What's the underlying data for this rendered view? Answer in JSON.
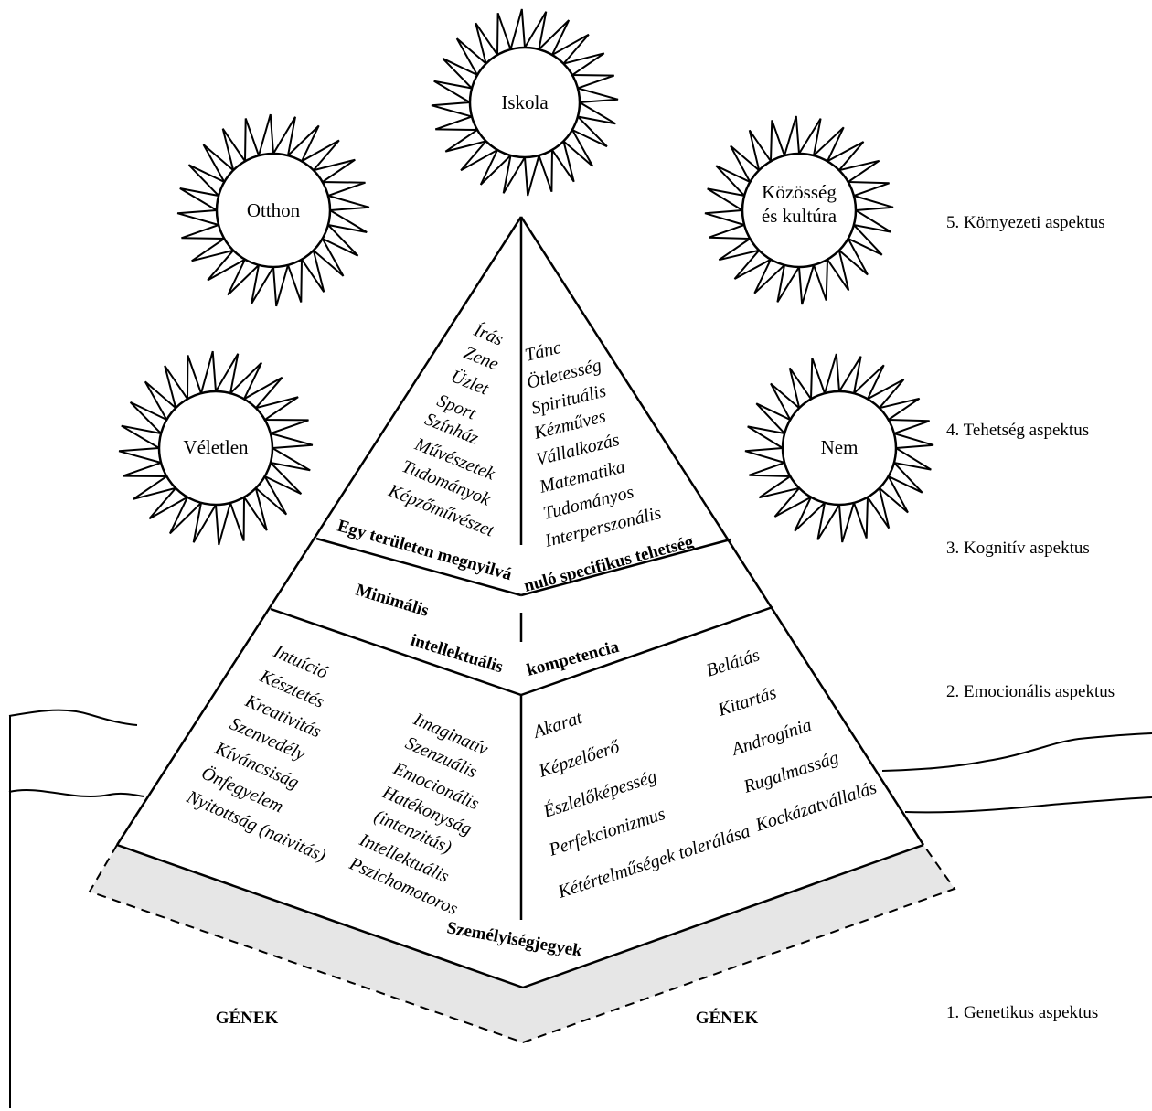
{
  "suns": {
    "iskola": "Iskola",
    "otthon": "Otthon",
    "kozosseg_1": "Közösség",
    "kozosseg_2": "és kultúra",
    "veletlen": "Véletlen",
    "nem": "Nem"
  },
  "aspects": [
    "5. Környezeti aspektus",
    "4. Tehetség aspektus",
    "3. Kognitív aspektus",
    "2. Emocionális aspektus",
    "1. Genetikus aspektus"
  ],
  "talent_left": [
    "Írás",
    "Zene",
    "Üzlet",
    "Sport",
    "Színház",
    "Művészetek",
    "Tudományok",
    "Képzőművészet"
  ],
  "talent_right": [
    "Tánc",
    "Ötletesség",
    "Spirituális",
    "Kézműves",
    "Vállalkozás",
    "Matematika",
    "Tudományos",
    "Interperszonális"
  ],
  "specific_label_left": "Egy területen megnyilvá",
  "specific_label_right": "nuló specifikus tehetség",
  "competence": {
    "line1": "Minimális",
    "line2": "intellektuális",
    "line3": "kompetencia"
  },
  "emotional_left_a": [
    "Intuíció",
    "Késztetés",
    "Kreativitás",
    "Szenvedély",
    "Kíváncsiság",
    "Önfegyelem",
    "Nyitottság (naivitás)"
  ],
  "emotional_left_b": [
    "Imaginatív",
    "Szenzuális",
    "Emocionális",
    "Hatékonyság",
    "(intenzitás)",
    "Intellektuális",
    "Pszichomotoros"
  ],
  "emotional_right_a": [
    "Akarat",
    "Képzelőerő",
    "Észlelőképesség",
    "Perfekcionizmus",
    "Kétértelműségek tolerálása"
  ],
  "emotional_right_b": [
    "Belátás",
    "Kitartás",
    "Androgínia",
    "Rugalmasság",
    "Kockázatvállalás"
  ],
  "personality": "Személyiségjegyek",
  "genes_left": "GÉNEK",
  "genes_right": "GÉNEK",
  "colors": {
    "stroke": "#000000",
    "genetic_fill": "#e6e6e6",
    "background": "#ffffff"
  }
}
